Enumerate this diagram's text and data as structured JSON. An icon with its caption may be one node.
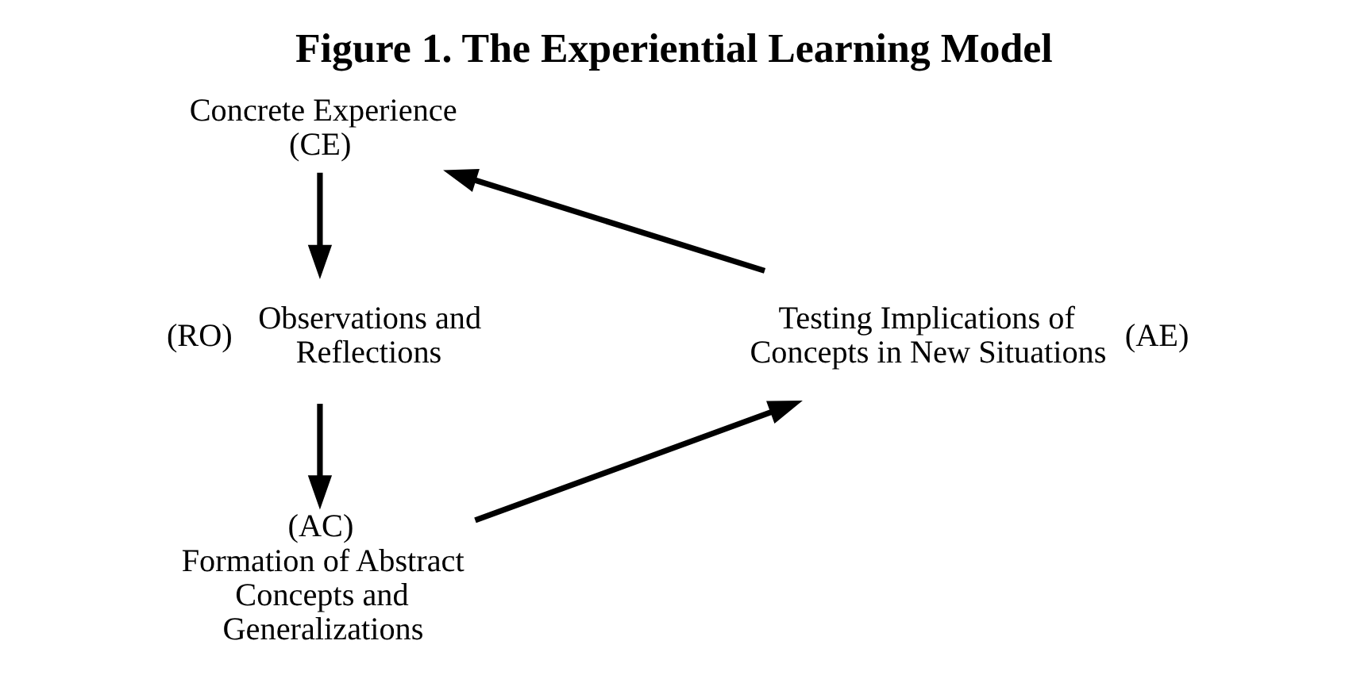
{
  "diagram": {
    "title": "Figure 1. The Experiential Learning Model",
    "nodes": [
      {
        "text": [
          "Concrete Experience",
          "(CE)"
        ]
      },
      {
        "text": [
          "Observations and Reflections"
        ],
        "beside": [
          "(RO)"
        ]
      },
      {
        "text": [
          "(AC)",
          "Formation of Abstract Concepts and Generalizations"
        ]
      },
      {
        "text": [
          "Testing Implications of Concepts in New Situations"
        ],
        "beside": [
          "(AE)"
        ]
      }
    ],
    "edges": [
      {
        "from": 0,
        "to": 1,
        "arrow": "to"
      },
      {
        "from": 1,
        "to": 2,
        "arrow": "to"
      },
      {
        "from": 2,
        "to": 3,
        "arrow": "to"
      },
      {
        "from": 3,
        "to": 0,
        "arrow": "to"
      }
    ]
  }
}
